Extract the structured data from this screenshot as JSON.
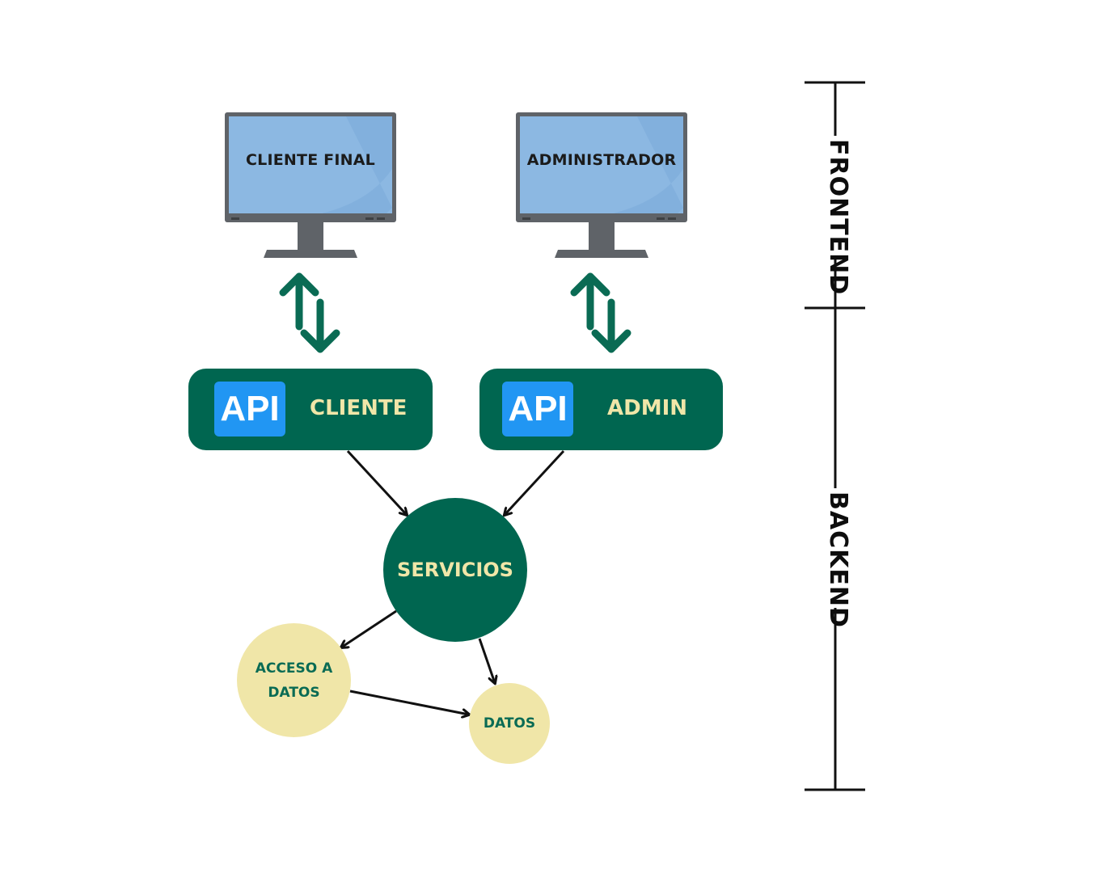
{
  "monitors": [
    {
      "label": "CLIENTE FINAL"
    },
    {
      "label": "ADMINISTRADOR"
    }
  ],
  "apis": [
    {
      "badge": "API",
      "name": "CLIENTE"
    },
    {
      "badge": "API",
      "name": "ADMIN"
    }
  ],
  "servicios": {
    "label": "SERVICIOS"
  },
  "acceso_datos": {
    "label_line1": "ACCESO A",
    "label_line2": "DATOS"
  },
  "datos": {
    "label": "DATOS"
  },
  "layers": {
    "frontend": "FRONTEND",
    "backend": "BACKEND"
  },
  "colors": {
    "dark_green": "#006650",
    "api_blue": "#2196f3",
    "cream": "#f0e6a8",
    "screen_blue": "#8cb8e2",
    "monitor_gray": "#5f6368"
  }
}
